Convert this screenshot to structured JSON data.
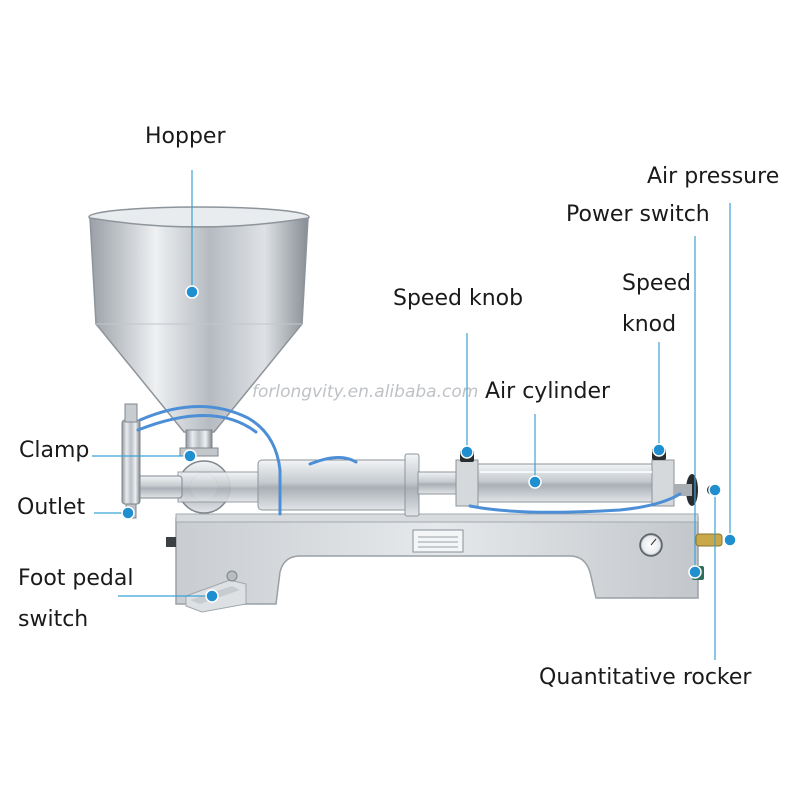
{
  "labels": {
    "hopper": "Hopper",
    "air_pressure": "Air pressure",
    "power_switch": "Power switch",
    "speed_knod_line1": "Speed",
    "speed_knod_line2": "knod",
    "speed_knob": "Speed knob",
    "air_cylinder": "Air cylinder",
    "clamp": "Clamp",
    "outlet": "Outlet",
    "foot_pedal_line1": "Foot pedal",
    "foot_pedal_line2": "switch",
    "quantitative_rocker": "Quantitative rocker"
  },
  "watermark": "forlongvity.en.alibaba.com",
  "colors": {
    "leader": "#3aa3d6",
    "dot": "#1f8fd0",
    "steel_light": "#e4e7ea",
    "steel_dark": "#8e959c",
    "label_text": "#1a1a1a"
  }
}
